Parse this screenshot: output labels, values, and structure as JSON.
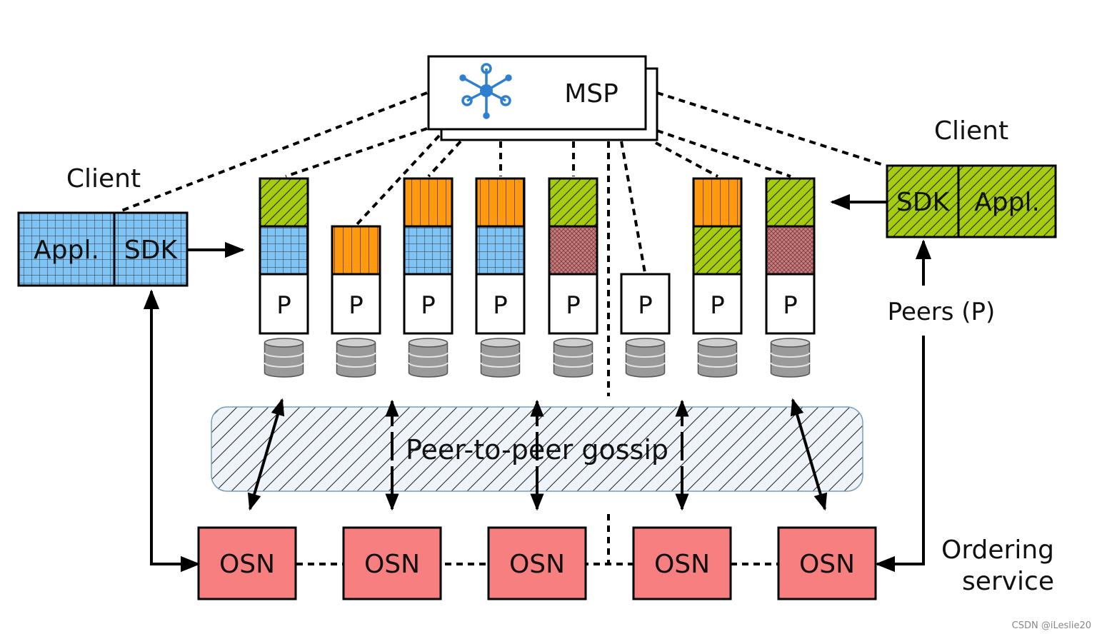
{
  "msp": {
    "label": "MSP",
    "icon": "network-hub-icon"
  },
  "clients": {
    "left": {
      "title": "Client",
      "appl": "Appl.",
      "sdk": "SDK",
      "pattern": "grid",
      "color": "#7fc4f5"
    },
    "right": {
      "title": "Client",
      "appl": "Appl.",
      "sdk": "SDK",
      "pattern": "diagonal",
      "color": "#a6cc10"
    }
  },
  "peers_label": "Peers (P)",
  "peer_label": "P",
  "peers": [
    {
      "segments": [
        "green",
        "blue"
      ]
    },
    {
      "segments": [
        "orange"
      ]
    },
    {
      "segments": [
        "orange",
        "blue"
      ]
    },
    {
      "segments": [
        "orange",
        "blue"
      ]
    },
    {
      "segments": [
        "green",
        "red"
      ]
    },
    {
      "segments": []
    },
    {
      "segments": [
        "orange",
        "green"
      ]
    },
    {
      "segments": [
        "green",
        "red"
      ]
    }
  ],
  "gossip_label": "Peer-to-peer gossip",
  "osn_label": "OSN",
  "osn_count": 5,
  "ordering_service": {
    "line1": "Ordering",
    "line2": "service"
  },
  "colors": {
    "green": "#a6cc10",
    "blue": "#7fc4f5",
    "orange": "#ff9910",
    "red": "#c08080",
    "osn": "#f77f80",
    "msp_icon": "#2f7fd0"
  },
  "watermark": "CSDN @iLeslie20"
}
